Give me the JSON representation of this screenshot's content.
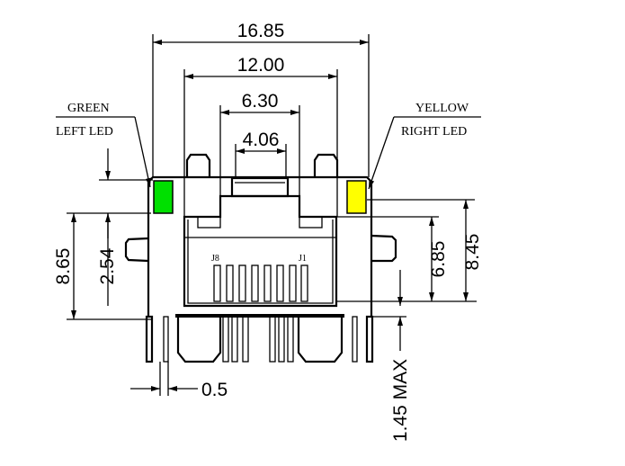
{
  "drawing": {
    "dimensions": {
      "overall_width": "16.85",
      "inner_width": "12.00",
      "plug_width": "6.30",
      "tab_width": "4.06",
      "left_height": "8.65",
      "led_offset": "2.54",
      "opening_height": "6.85",
      "right_height": "8.45",
      "standoff": "1.45 MAX",
      "lead_width": "0.5"
    },
    "labels": {
      "green_line1": "GREEN",
      "green_line2": "LEFT LED",
      "yellow_line1": "YELLOW",
      "yellow_line2": "RIGHT LED",
      "pin_j8": "J8",
      "pin_j1": "J1"
    },
    "colors": {
      "green_led": "#00e000",
      "yellow_led": "#ffff00"
    }
  }
}
